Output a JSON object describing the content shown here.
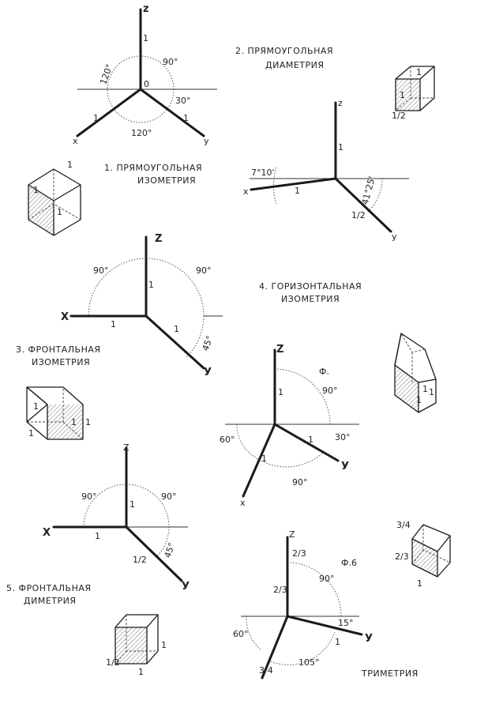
{
  "s1": {
    "title1": "1. ПРЯМОУГОЛЬНАЯ",
    "title2": "ИЗОМЕТРИЯ",
    "z": "z",
    "x": "x",
    "y": "y",
    "origin": "0",
    "one_z": "1",
    "one_x": "1",
    "one_y": "1",
    "ang_left": "120°",
    "ang_right": "90°",
    "ang_bottom": "120°",
    "ang_small": "30°",
    "cube_one_a": "1",
    "cube_one_b": "1",
    "cube_one_c": "1"
  },
  "s2": {
    "title1": "2. ПРЯМОУГОЛЬНАЯ",
    "title2": "ДИАМЕТРИЯ",
    "z": "z",
    "x": "x",
    "y": "y",
    "one_z": "1",
    "one_x": "1",
    "half_y": "1/2",
    "ang_left": "7°10'",
    "ang_right": "41°25'",
    "cube_one_a": "1",
    "cube_one_b": "1",
    "cube_half": "1/2"
  },
  "s3": {
    "title1": "3. ФРОНТАЛЬНАЯ",
    "title2": "ИЗОМЕТРИЯ",
    "z": "Z",
    "x": "X",
    "y": "У",
    "one_z": "1",
    "one_x": "1",
    "one_y": "1",
    "ang_left": "90°",
    "ang_right": "90°",
    "ang_small": "45°",
    "cube_one_a": "1",
    "cube_one_b": "1",
    "cube_one_c": "1",
    "cube_one_d": "1"
  },
  "s4": {
    "title1": "4. ГОРИЗОНТАЛЬНАЯ",
    "title2": "ИЗОМЕТРИЯ",
    "z": "Z",
    "x": "x",
    "y": "У",
    "one_z": "1",
    "one_x": "1",
    "one_y": "1",
    "phi": "Ф.",
    "ang_top": "90°",
    "ang_left": "60°",
    "ang_small": "30°",
    "ang_bottom": "90°",
    "cube_one_a": "1",
    "cube_one_b": "1",
    "cube_one_c": "1"
  },
  "s5": {
    "title1": "5. ФРОНТАЛЬНАЯ",
    "title2": "ДИМЕТРИЯ",
    "z": "Z",
    "x": "X",
    "y": "У",
    "one_z": "1",
    "one_x": "1",
    "half_y": "1/2",
    "ang_left": "90°",
    "ang_right": "90°",
    "ang_small": "45°",
    "cube_one_a": "1",
    "cube_one_b": "1",
    "cube_half": "1/2"
  },
  "s6": {
    "title": "ТРИМЕТРИЯ",
    "z": "Z",
    "y": "У",
    "z_a": "2/3",
    "z_b": "2/3",
    "x_scale": "3/4",
    "y_scale": "1",
    "phi": "Ф.6",
    "ang_top": "90°",
    "ang_left": "60°",
    "ang_small": "15°",
    "ang_bottom": "105°",
    "cube_a": "3/4",
    "cube_b": "2/3",
    "cube_c": "1"
  }
}
